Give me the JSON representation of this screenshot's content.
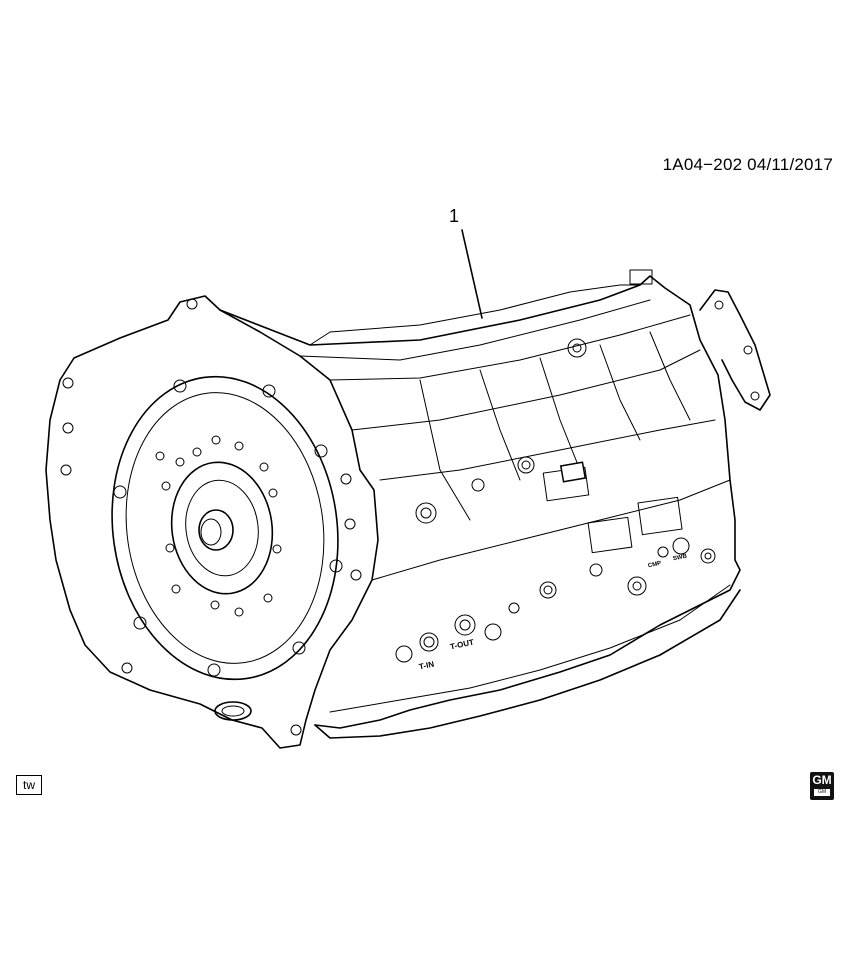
{
  "header": {
    "ref_code": "1A04−202 04/11/2017"
  },
  "diagram": {
    "subject": "automatic transmission assembly line drawing",
    "callouts": [
      {
        "number": "1"
      }
    ],
    "port_labels": {
      "t_in": "T-IN",
      "t_out": "T-OUT",
      "port_a": "CMP",
      "port_b": "SWB"
    }
  },
  "footer": {
    "badge": "tw",
    "logo": {
      "main": "GM",
      "sub": "GM"
    }
  }
}
